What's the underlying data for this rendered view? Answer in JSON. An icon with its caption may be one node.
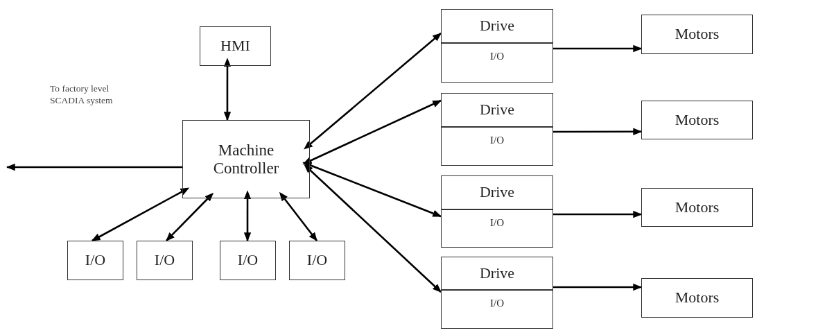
{
  "diagram": {
    "nodes": [
      {
        "text": [
          "HMI"
        ]
      },
      {
        "text": [
          "Machine Controller"
        ]
      },
      {
        "text": [
          "I/O"
        ]
      },
      {
        "text": [
          "I/O"
        ]
      },
      {
        "text": [
          "I/O"
        ]
      },
      {
        "text": [
          "I/O"
        ]
      },
      {
        "text": [
          "Drive",
          "I/O"
        ]
      },
      {
        "text": [
          "Drive",
          "I/O"
        ]
      },
      {
        "text": [
          "Drive",
          "I/O"
        ]
      },
      {
        "text": [
          "Drive",
          "I/O"
        ]
      },
      {
        "text": [
          "Motors"
        ]
      },
      {
        "text": [
          "Motors"
        ]
      },
      {
        "text": [
          "Motors"
        ]
      },
      {
        "text": [
          "Motors"
        ]
      }
    ],
    "edges": [
      {
        "from": 0,
        "to": 1,
        "arrow": "both"
      },
      {
        "from": 1,
        "to": 2,
        "arrow": "both"
      },
      {
        "from": 1,
        "to": 3,
        "arrow": "both"
      },
      {
        "from": 1,
        "to": 4,
        "arrow": "both"
      },
      {
        "from": 1,
        "to": 5,
        "arrow": "both"
      },
      {
        "from": 1,
        "to": 6,
        "arrow": "both"
      },
      {
        "from": 1,
        "to": 7,
        "arrow": "both"
      },
      {
        "from": 1,
        "to": 8,
        "arrow": "both"
      },
      {
        "from": 1,
        "to": 9,
        "arrow": "both"
      },
      {
        "from": 6,
        "to": 10,
        "arrow": "to"
      },
      {
        "from": 7,
        "to": 11,
        "arrow": "to"
      },
      {
        "from": 8,
        "to": 12,
        "arrow": "to"
      },
      {
        "from": 9,
        "to": 13,
        "arrow": "to"
      },
      {
        "from": 1,
        "to": null,
        "arrow": "to"
      }
    ],
    "labels": [
      "To factory level SCADIA system"
    ]
  }
}
